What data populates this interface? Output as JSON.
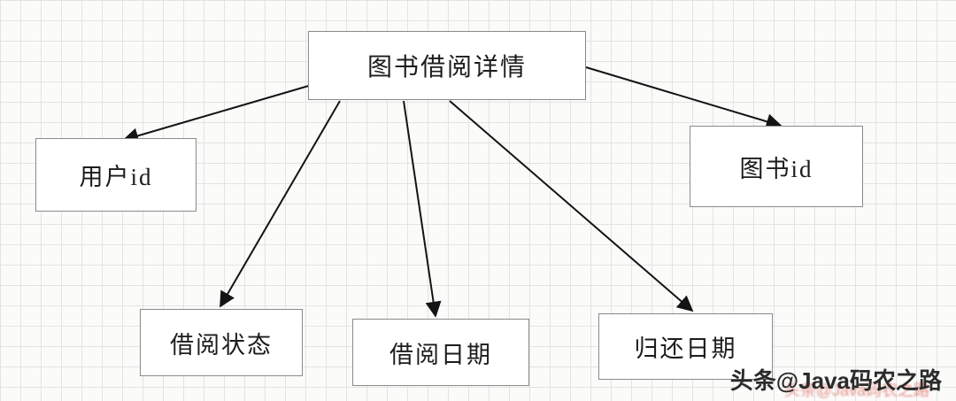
{
  "diagram": {
    "title": "图书借阅详情",
    "children": [
      {
        "id": "user-id",
        "label": "用户id"
      },
      {
        "id": "book-id",
        "label": "图书id"
      },
      {
        "id": "borrow-status",
        "label": "借阅状态"
      },
      {
        "id": "borrow-date",
        "label": "借阅日期"
      },
      {
        "id": "return-date",
        "label": "归还日期"
      }
    ]
  },
  "watermark": {
    "text": "头条@Java码农之路"
  },
  "colors": {
    "line": "#141414",
    "box_border": "#8a8a8a",
    "box_bg": "#ffffff",
    "grid_line": "#e3e3e1",
    "watermark_red": "#d03a2e"
  }
}
